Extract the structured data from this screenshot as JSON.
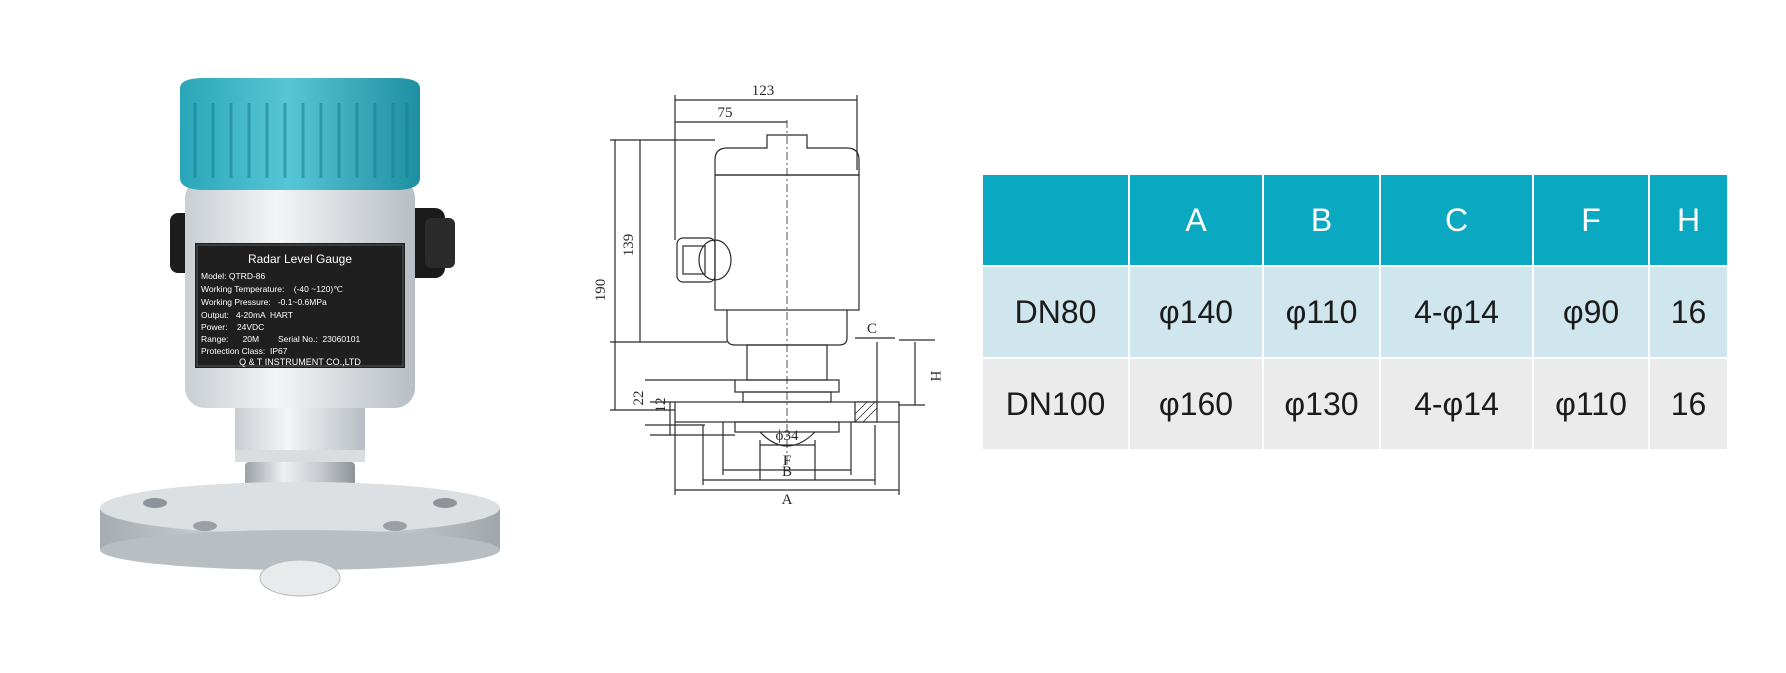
{
  "label": {
    "title": "Radar Level Gauge",
    "lines": [
      "Model: QTRD-86",
      "Working Temperature:    (-40 ~120)℃",
      "Working Pressure:   -0.1~0.6MPa",
      "Output:   4-20mA  HART",
      "Power:    24VDC",
      "Range:      20M        Serial No.:  23060101",
      "Protection Class:  IP67"
    ],
    "company": "Q & T INSTRUMENT CO.,LTD"
  },
  "drawing": {
    "dim_123": "123",
    "dim_75": "75",
    "dim_190": "190",
    "dim_139": "139",
    "dim_22": "22",
    "dim_12": "12",
    "dim_c": "C",
    "dim_h": "H",
    "dim_phi34": "ϕ34",
    "dim_f": "F",
    "dim_b": "B",
    "dim_a": "A"
  },
  "table": {
    "headers": [
      "",
      "A",
      "B",
      "C",
      "F",
      "H"
    ],
    "rows": [
      [
        "DN80",
        "φ140",
        "φ110",
        "4-φ14",
        "φ90",
        "16"
      ],
      [
        "DN100",
        "φ160",
        "φ130",
        "4-φ14",
        "φ110",
        "16"
      ]
    ]
  }
}
